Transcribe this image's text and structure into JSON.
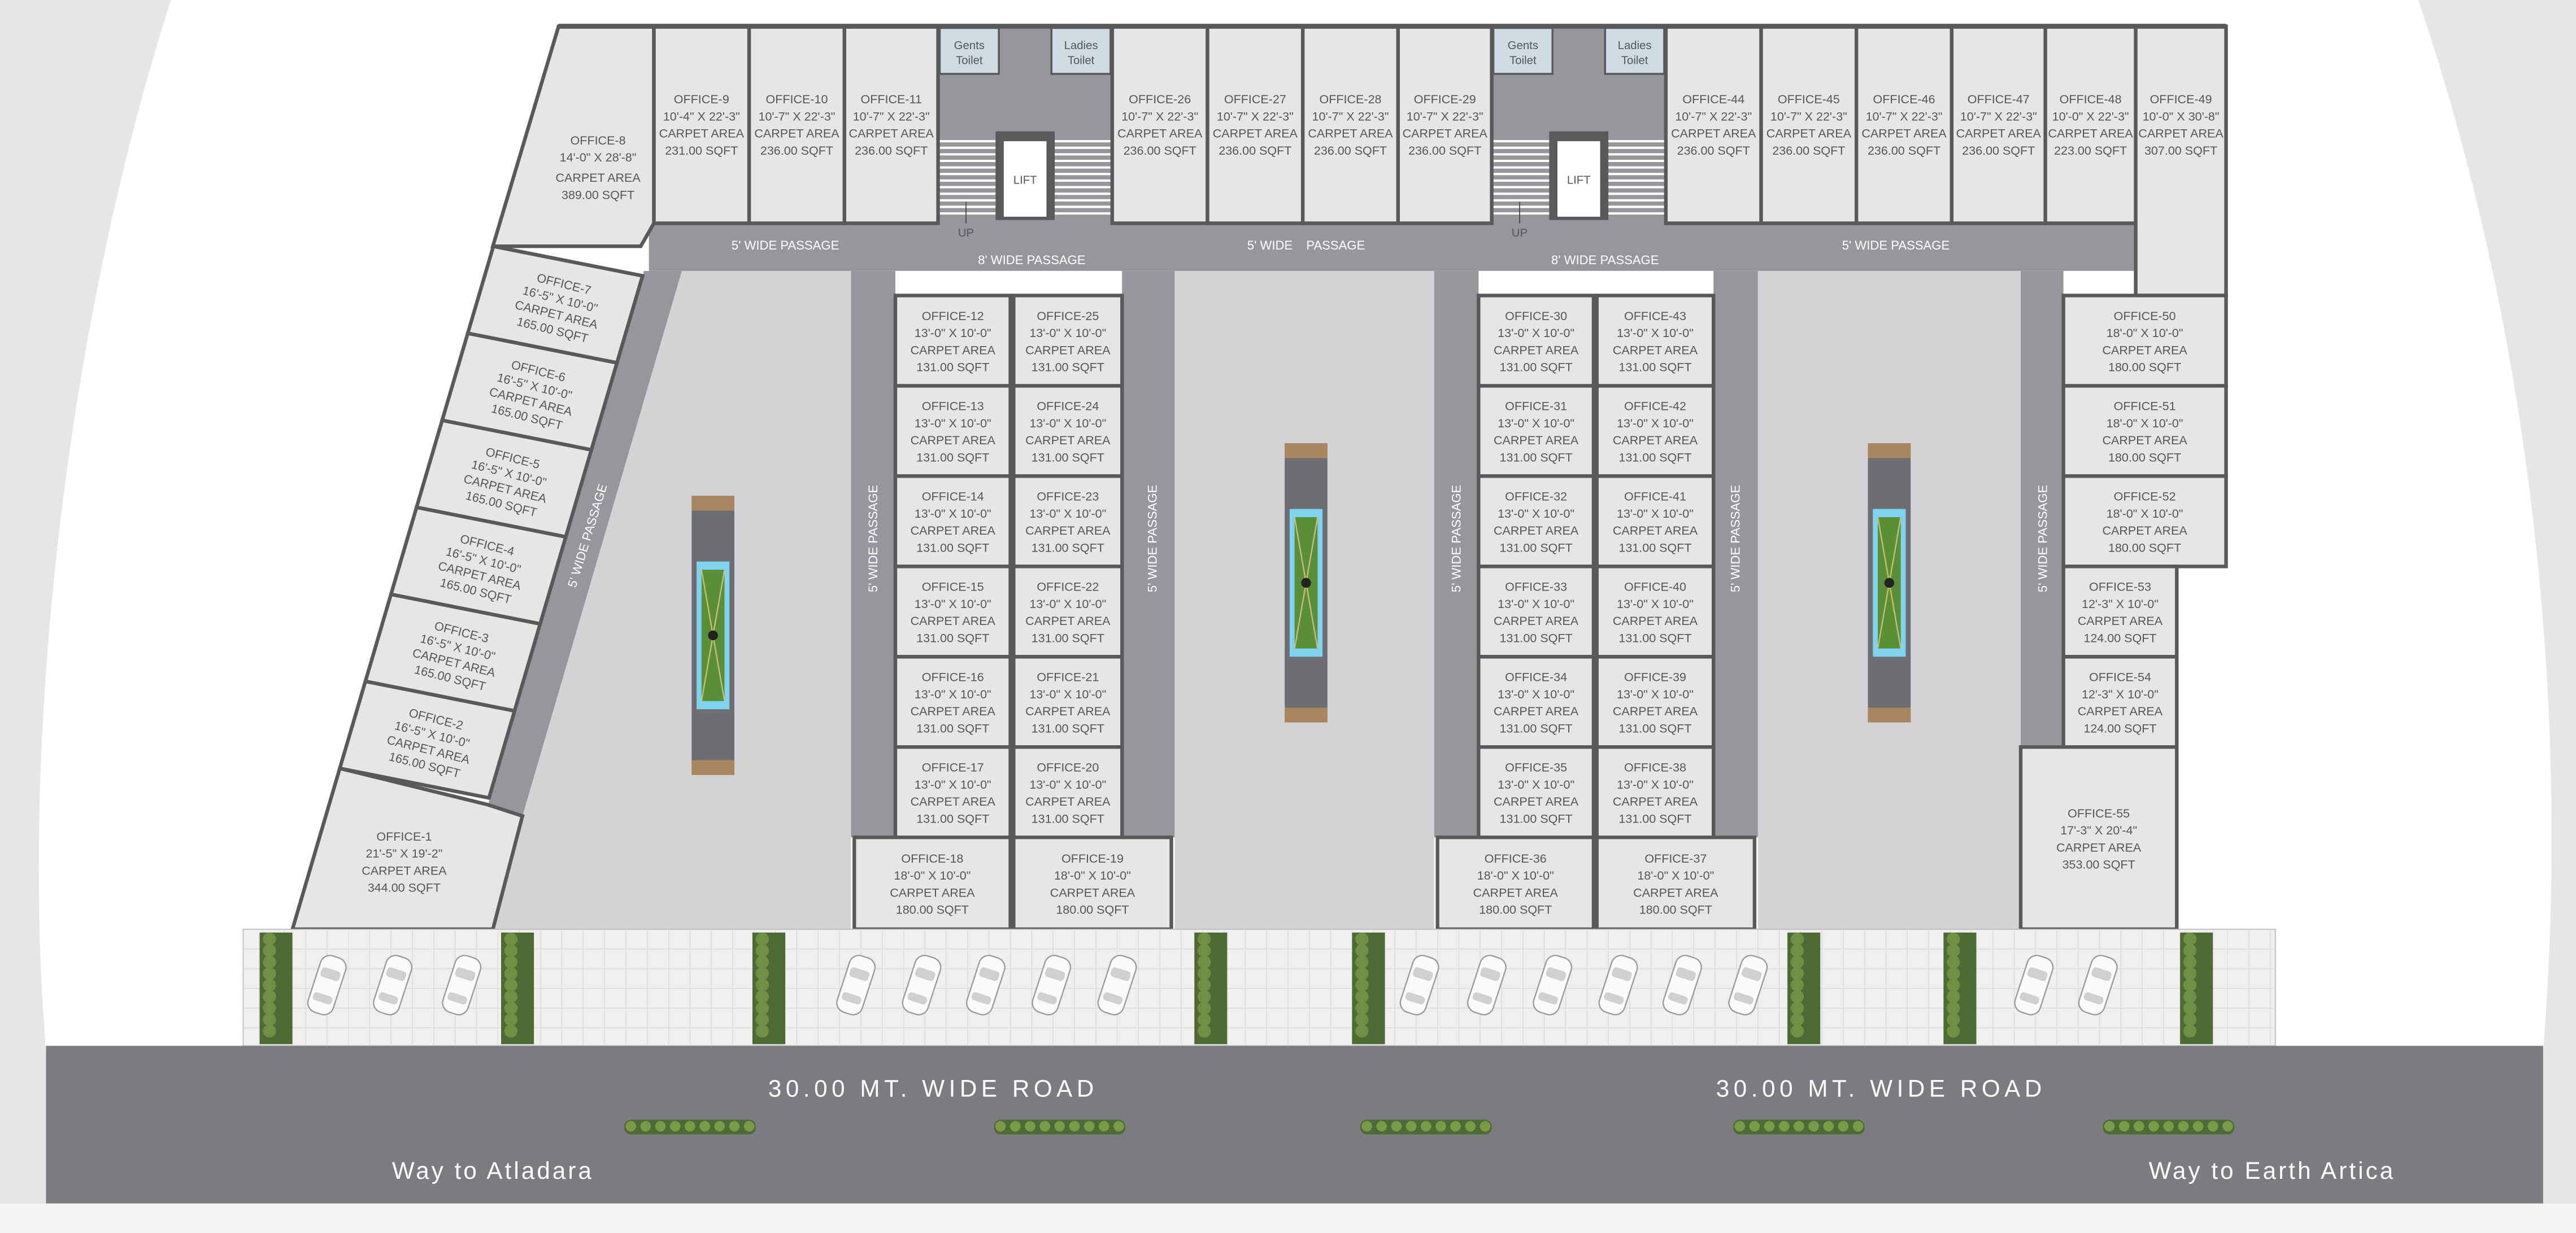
{
  "carpet_area_label": "CARPET AREA",
  "offices": [
    {
      "name": "OFFICE-1",
      "dims": "21'-5\" X 19'-2\"",
      "area": "344.00 SQFT"
    },
    {
      "name": "OFFICE-2",
      "dims": "16'-5\" X 10'-0\"",
      "area": "165.00 SQFT"
    },
    {
      "name": "OFFICE-3",
      "dims": "16'-5\" X 10'-0\"",
      "area": "165.00 SQFT"
    },
    {
      "name": "OFFICE-4",
      "dims": "16'-5\" X 10'-0\"",
      "area": "165.00 SQFT"
    },
    {
      "name": "OFFICE-5",
      "dims": "16'-5\" X 10'-0\"",
      "area": "165.00 SQFT"
    },
    {
      "name": "OFFICE-6",
      "dims": "16'-5\" X 10'-0\"",
      "area": "165.00 SQFT"
    },
    {
      "name": "OFFICE-7",
      "dims": "16'-5\" X 10'-0\"",
      "area": "165.00 SQFT"
    },
    {
      "name": "OFFICE-8",
      "dims": "14'-0\" X 28'-8\"",
      "area": "389.00 SQFT"
    },
    {
      "name": "OFFICE-9",
      "dims": "10'-4\" X 22'-3\"",
      "area": "231.00 SQFT"
    },
    {
      "name": "OFFICE-10",
      "dims": "10'-7\" X 22'-3\"",
      "area": "236.00 SQFT"
    },
    {
      "name": "OFFICE-11",
      "dims": "10'-7\" X 22'-3\"",
      "area": "236.00 SQFT"
    },
    {
      "name": "OFFICE-12",
      "dims": "13'-0\" X 10'-0\"",
      "area": "131.00 SQFT"
    },
    {
      "name": "OFFICE-13",
      "dims": "13'-0\" X 10'-0\"",
      "area": "131.00 SQFT"
    },
    {
      "name": "OFFICE-14",
      "dims": "13'-0\" X 10'-0\"",
      "area": "131.00 SQFT"
    },
    {
      "name": "OFFICE-15",
      "dims": "13'-0\" X 10'-0\"",
      "area": "131.00 SQFT"
    },
    {
      "name": "OFFICE-16",
      "dims": "13'-0\" X 10'-0\"",
      "area": "131.00 SQFT"
    },
    {
      "name": "OFFICE-17",
      "dims": "13'-0\" X 10'-0\"",
      "area": "131.00 SQFT"
    },
    {
      "name": "OFFICE-18",
      "dims": "18'-0\" X 10'-0\"",
      "area": "180.00 SQFT"
    },
    {
      "name": "OFFICE-19",
      "dims": "18'-0\" X 10'-0\"",
      "area": "180.00 SQFT"
    },
    {
      "name": "OFFICE-20",
      "dims": "13'-0\" X 10'-0\"",
      "area": "131.00 SQFT"
    },
    {
      "name": "OFFICE-21",
      "dims": "13'-0\" X 10'-0\"",
      "area": "131.00 SQFT"
    },
    {
      "name": "OFFICE-22",
      "dims": "13'-0\" X 10'-0\"",
      "area": "131.00 SQFT"
    },
    {
      "name": "OFFICE-23",
      "dims": "13'-0\" X 10'-0\"",
      "area": "131.00 SQFT"
    },
    {
      "name": "OFFICE-24",
      "dims": "13'-0\" X 10'-0\"",
      "area": "131.00 SQFT"
    },
    {
      "name": "OFFICE-25",
      "dims": "13'-0\" X 10'-0\"",
      "area": "131.00 SQFT"
    },
    {
      "name": "OFFICE-26",
      "dims": "10'-7\" X 22'-3\"",
      "area": "236.00 SQFT"
    },
    {
      "name": "OFFICE-27",
      "dims": "10'-7\" X 22'-3\"",
      "area": "236.00 SQFT"
    },
    {
      "name": "OFFICE-28",
      "dims": "10'-7\" X 22'-3\"",
      "area": "236.00 SQFT"
    },
    {
      "name": "OFFICE-29",
      "dims": "10'-7\" X 22'-3\"",
      "area": "236.00 SQFT"
    },
    {
      "name": "OFFICE-30",
      "dims": "13'-0\" X 10'-0\"",
      "area": "131.00 SQFT"
    },
    {
      "name": "OFFICE-31",
      "dims": "13'-0\" X 10'-0\"",
      "area": "131.00 SQFT"
    },
    {
      "name": "OFFICE-32",
      "dims": "13'-0\" X 10'-0\"",
      "area": "131.00 SQFT"
    },
    {
      "name": "OFFICE-33",
      "dims": "13'-0\" X 10'-0\"",
      "area": "131.00 SQFT"
    },
    {
      "name": "OFFICE-34",
      "dims": "13'-0\" X 10'-0\"",
      "area": "131.00 SQFT"
    },
    {
      "name": "OFFICE-35",
      "dims": "13'-0\" X 10'-0\"",
      "area": "131.00 SQFT"
    },
    {
      "name": "OFFICE-36",
      "dims": "18'-0\" X 10'-0\"",
      "area": "180.00 SQFT"
    },
    {
      "name": "OFFICE-37",
      "dims": "18'-0\" X 10'-0\"",
      "area": "180.00 SQFT"
    },
    {
      "name": "OFFICE-38",
      "dims": "13'-0\" X 10'-0\"",
      "area": "131.00 SQFT"
    },
    {
      "name": "OFFICE-39",
      "dims": "13'-0\" X 10'-0\"",
      "area": "131.00 SQFT"
    },
    {
      "name": "OFFICE-40",
      "dims": "13'-0\" X 10'-0\"",
      "area": "131.00 SQFT"
    },
    {
      "name": "OFFICE-41",
      "dims": "13'-0\" X 10'-0\"",
      "area": "131.00 SQFT"
    },
    {
      "name": "OFFICE-42",
      "dims": "13'-0\" X 10'-0\"",
      "area": "131.00 SQFT"
    },
    {
      "name": "OFFICE-43",
      "dims": "13'-0\" X 10'-0\"",
      "area": "131.00 SQFT"
    },
    {
      "name": "OFFICE-44",
      "dims": "10'-7\" X 22'-3\"",
      "area": "236.00 SQFT"
    },
    {
      "name": "OFFICE-45",
      "dims": "10'-7\" X 22'-3\"",
      "area": "236.00 SQFT"
    },
    {
      "name": "OFFICE-46",
      "dims": "10'-7\" X 22'-3\"",
      "area": "236.00 SQFT"
    },
    {
      "name": "OFFICE-47",
      "dims": "10'-7\" X 22'-3\"",
      "area": "236.00 SQFT"
    },
    {
      "name": "OFFICE-48",
      "dims": "10'-0\" X 22'-3\"",
      "area": "223.00 SQFT"
    },
    {
      "name": "OFFICE-49",
      "dims": "10'-0\" X 30'-8\"",
      "area": "307.00 SQFT"
    },
    {
      "name": "OFFICE-50",
      "dims": "18'-0\" X 10'-0\"",
      "area": "180.00 SQFT"
    },
    {
      "name": "OFFICE-51",
      "dims": "18'-0\" X 10'-0\"",
      "area": "180.00 SQFT"
    },
    {
      "name": "OFFICE-52",
      "dims": "18'-0\" X 10'-0\"",
      "area": "180.00 SQFT"
    },
    {
      "name": "OFFICE-53",
      "dims": "12'-3\" X 10'-0\"",
      "area": "124.00 SQFT"
    },
    {
      "name": "OFFICE-54",
      "dims": "12'-3\" X 10'-0\"",
      "area": "124.00 SQFT"
    },
    {
      "name": "OFFICE-55",
      "dims": "17'-3\" X 20'-4\"",
      "area": "353.00 SQFT"
    }
  ],
  "core": {
    "gents_toilet": [
      "Gents",
      "Toilet"
    ],
    "ladies_toilet": [
      "Ladies",
      "Toilet"
    ],
    "lift": "LIFT",
    "up": "UP"
  },
  "passages": {
    "five_wide": "5' WIDE PASSAGE",
    "eight_wide": "8' WIDE PASSAGE",
    "five_wide_split": [
      "5' WIDE",
      "PASSAGE"
    ]
  },
  "road": {
    "label": "30.00 MT. WIDE ROAD",
    "way_left": "Way to Atladara",
    "way_right": "Way to Earth Artica"
  },
  "colors": {
    "office_fill": "#e6e6e7",
    "wall": "#58595b",
    "passage": "#96979b",
    "open_area": "#d3d3d5",
    "road": "#7b7c80",
    "toilet": "#cfdbe3",
    "planter_green": "#5a8f3a",
    "water": "#7fd3ee"
  }
}
